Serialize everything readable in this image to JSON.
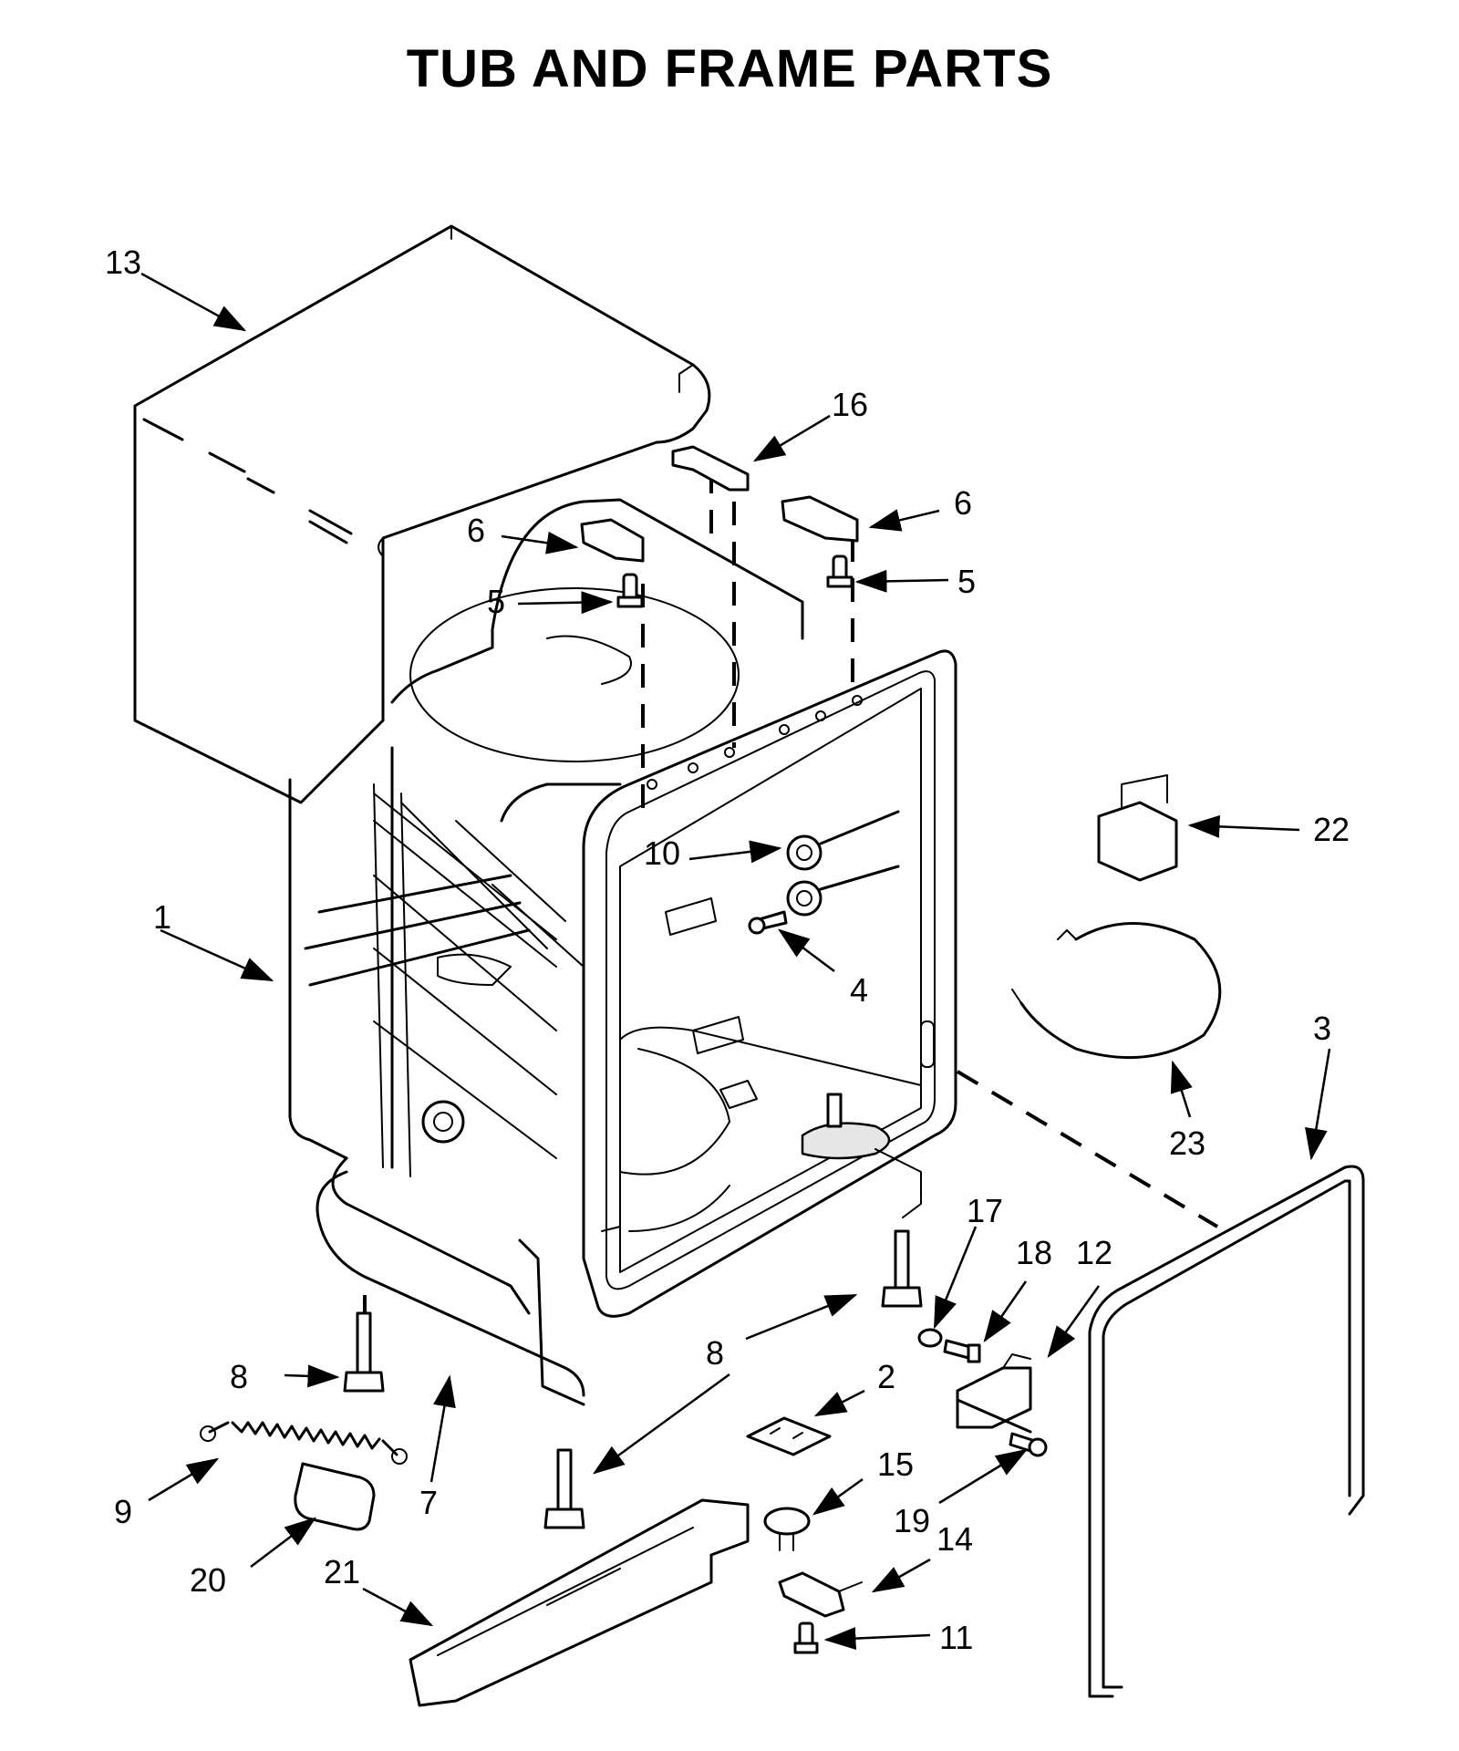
{
  "title": "TUB AND FRAME PARTS",
  "callouts": [
    "1",
    "2",
    "3",
    "4",
    "5",
    "5",
    "6",
    "6",
    "7",
    "8",
    "8",
    "9",
    "10",
    "11",
    "12",
    "13",
    "14",
    "15",
    "16",
    "17",
    "18",
    "19",
    "20",
    "21",
    "22",
    "23"
  ]
}
